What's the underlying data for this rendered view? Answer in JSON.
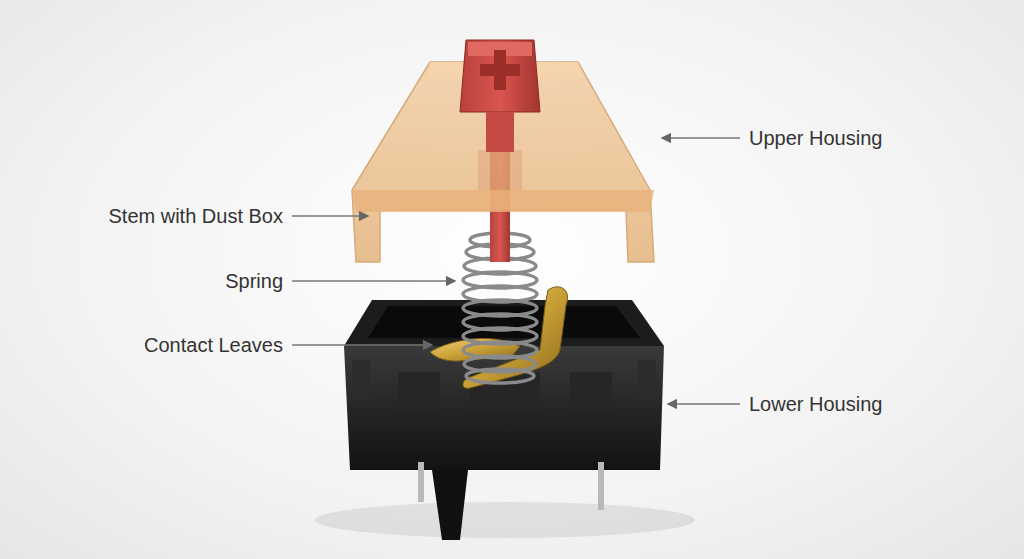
{
  "diagram": {
    "labels": [
      "Upper Housing",
      "Stem with Dust Box",
      "Spring",
      "Contact Leaves",
      "Lower Housing"
    ]
  }
}
